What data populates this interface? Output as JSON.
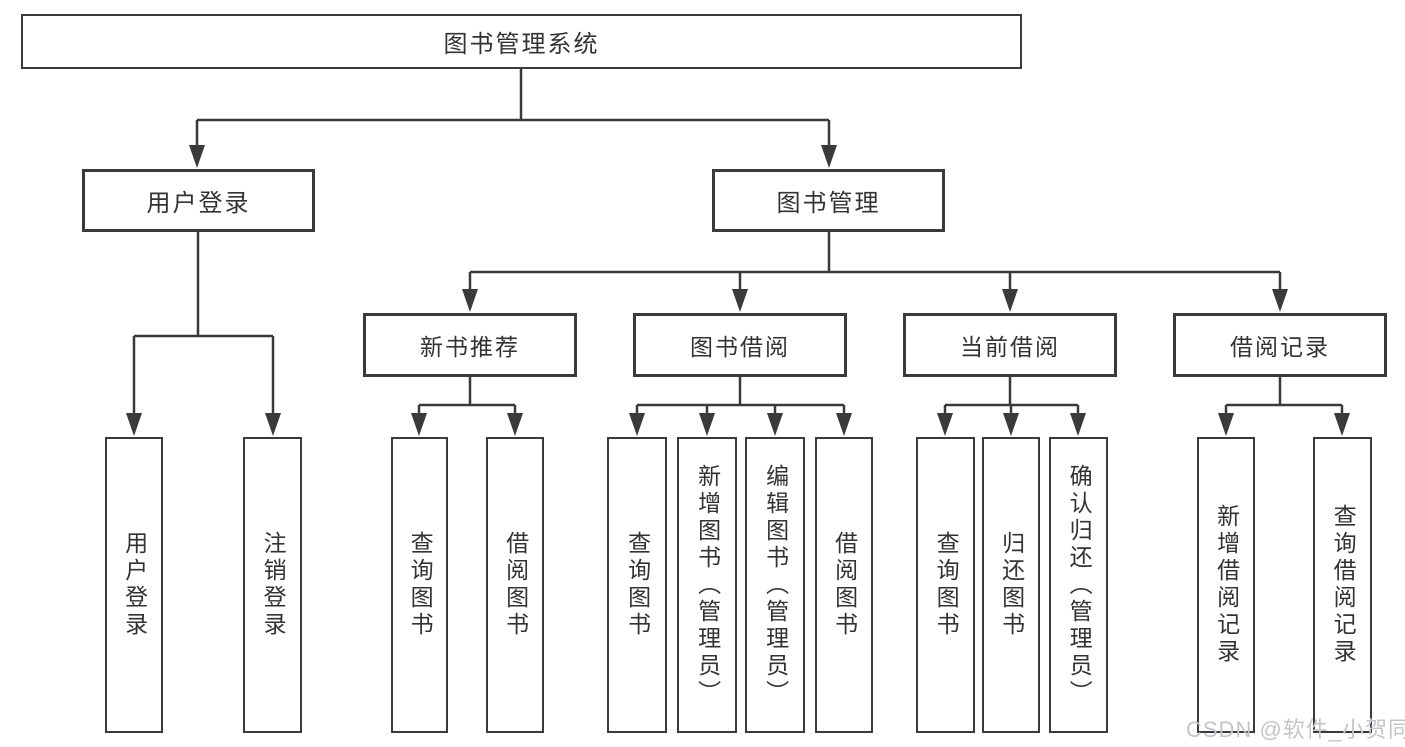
{
  "tree": {
    "root": "图书管理系统",
    "branches": [
      {
        "label": "用户登录",
        "children": [
          {
            "label": "用户登录"
          },
          {
            "label": "注销登录"
          }
        ]
      },
      {
        "label": "图书管理",
        "groups": [
          {
            "label": "新书推荐",
            "children": [
              {
                "label": "查询图书"
              },
              {
                "label": "借阅图书"
              }
            ]
          },
          {
            "label": "图书借阅",
            "children": [
              {
                "label": "查询图书"
              },
              {
                "label": "新增图书（管理员）"
              },
              {
                "label": "编辑图书（管理员）"
              },
              {
                "label": "借阅图书"
              }
            ]
          },
          {
            "label": "当前借阅",
            "children": [
              {
                "label": "查询图书"
              },
              {
                "label": "归还图书"
              },
              {
                "label": "确认归还（管理员）"
              }
            ]
          },
          {
            "label": "借阅记录",
            "children": [
              {
                "label": "新增借阅记录"
              },
              {
                "label": "查询借阅记录"
              }
            ]
          }
        ]
      }
    ]
  },
  "watermark": "CSDN @软件_小贺同学",
  "colors": {
    "line": "#3a3a3a",
    "text": "#333333",
    "watermark": "#c2c5c9",
    "background": "#ffffff"
  }
}
